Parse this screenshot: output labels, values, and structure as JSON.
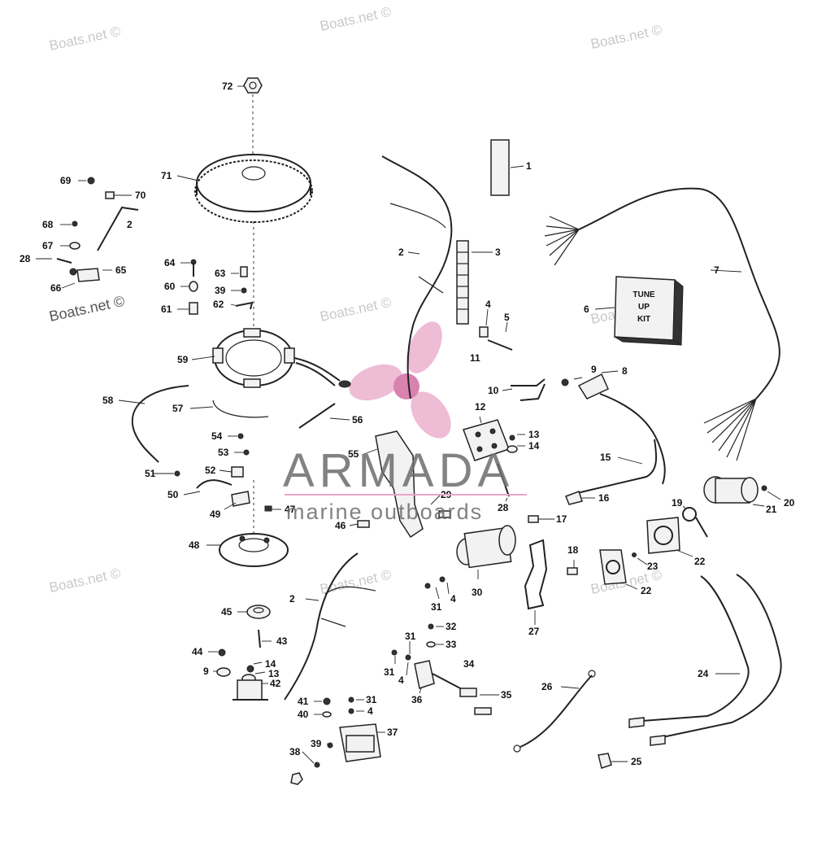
{
  "watermarks": {
    "boats_net": "Boats.net ©",
    "brand_main": "ARMADA",
    "brand_sub": "marine outboards"
  },
  "tune_up_kit": {
    "line1": "TUNE",
    "line2": "UP",
    "line3": "KIT"
  },
  "colors": {
    "line_art": "#222222",
    "watermark_text": "#6c6c6c",
    "watermark_light": "#c9c9c9",
    "propeller_logo": "#e8a6c6",
    "background": "#ffffff"
  },
  "callouts": [
    "72",
    "71",
    "1",
    "69",
    "70",
    "68",
    "2",
    "67",
    "28",
    "65",
    "66",
    "64",
    "63",
    "60",
    "39",
    "62",
    "61",
    "3",
    "4",
    "5",
    "11",
    "6",
    "7",
    "59",
    "10",
    "9",
    "8",
    "58",
    "57",
    "56",
    "12",
    "13",
    "14",
    "54",
    "53",
    "55",
    "15",
    "52",
    "51",
    "50",
    "49",
    "47",
    "29",
    "28",
    "16",
    "46",
    "17",
    "48",
    "21",
    "20",
    "19",
    "18",
    "23",
    "22",
    "22",
    "45",
    "2",
    "30",
    "31",
    "4",
    "27",
    "43",
    "32",
    "31",
    "33",
    "44",
    "14",
    "13",
    "9",
    "42",
    "31",
    "4",
    "34",
    "24",
    "36",
    "35",
    "26",
    "41",
    "31",
    "40",
    "4",
    "37",
    "39",
    "38",
    "25"
  ]
}
